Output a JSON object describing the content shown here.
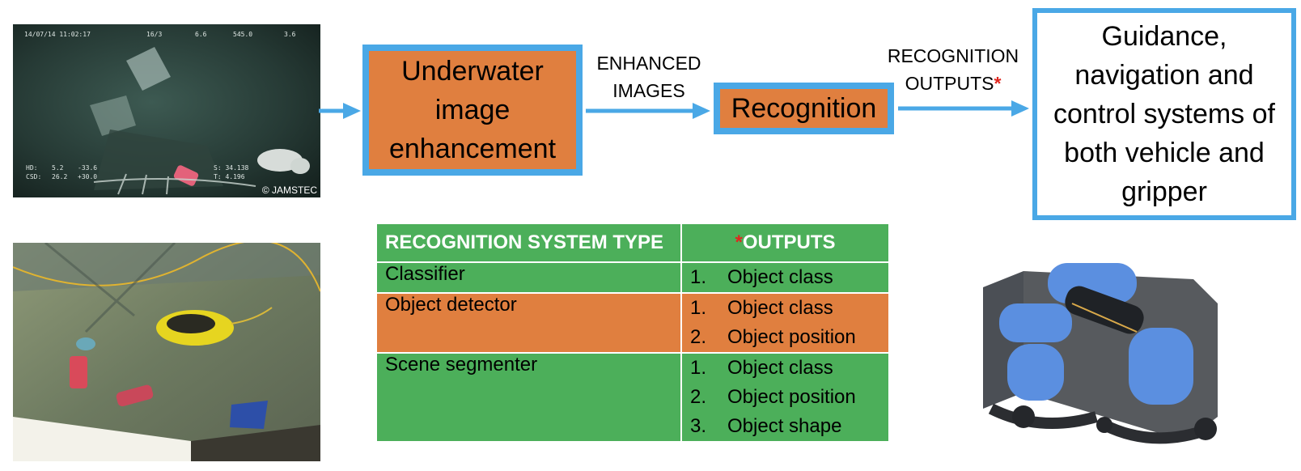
{
  "flow": {
    "box_enhancement": "Underwater image enhancement",
    "label_enhanced": [
      "ENHANCED",
      "IMAGES"
    ],
    "box_recognition": "Recognition",
    "label_outputs_line1": "RECOGNITION",
    "label_outputs_line2": "OUTPUTS",
    "asterisk": "*",
    "box_guidance": "Guidance, navigation and control systems of both vehicle and gripper"
  },
  "photo_top": {
    "overlay_texts": [
      "14/07/14 11:02:17",
      "16/3",
      "6.6",
      "545.0",
      "3.6",
      "HD:",
      "5.2",
      "-33.6",
      "S: 34.138",
      "CSD:",
      "26.2",
      "+30.0",
      "T: 4.196"
    ],
    "credit": "© JAMSTEC"
  },
  "table": {
    "header_type": "RECOGNITION SYSTEM TYPE",
    "header_outputs_star": "*",
    "header_outputs": "OUTPUTS",
    "rows": [
      {
        "type": "Classifier",
        "outputs": [
          "Object class"
        ]
      },
      {
        "type": "Object detector",
        "outputs": [
          "Object class",
          "Object position"
        ]
      },
      {
        "type": "Scene segmenter",
        "outputs": [
          "Object class",
          "Object position",
          "Object shape"
        ]
      }
    ],
    "numbers": [
      "1.",
      "2.",
      "3."
    ]
  },
  "colors": {
    "accent_blue": "#4aa8e6",
    "orange": "#e07f3f",
    "green": "#4caf5a",
    "red": "#e0271f"
  }
}
